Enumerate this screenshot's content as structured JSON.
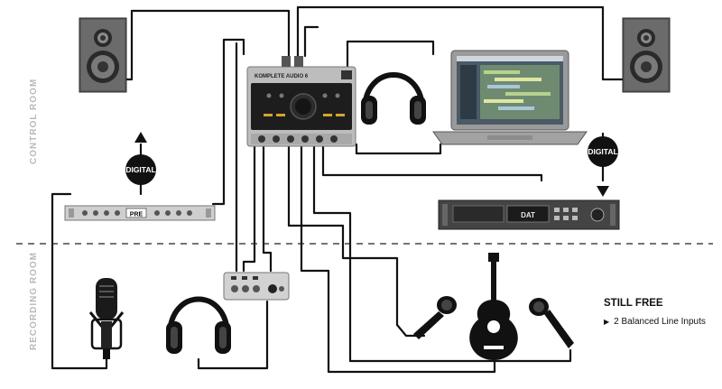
{
  "rooms": {
    "control_room": "CONTROL ROOM",
    "recording_room": "RECORDING ROOM"
  },
  "badges": {
    "left": "DIGITAL",
    "right": "DIGITAL"
  },
  "devices": {
    "interface_brand": "KOMPLETE AUDIO 6",
    "preamp_label": "PRE",
    "recorder_label": "DAT"
  },
  "still_free": {
    "title": "STILL FREE",
    "items": [
      "2 Balanced Line Inputs"
    ]
  }
}
